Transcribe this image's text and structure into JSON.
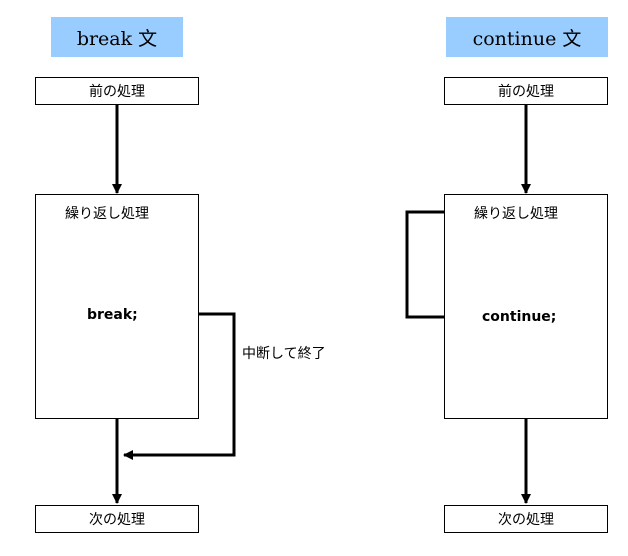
{
  "break_flow": {
    "title": "break 文",
    "before": "前の処理",
    "loop": "繰り返し処理",
    "keyword": "break;",
    "note": "中断して終了",
    "after": "次の処理"
  },
  "continue_flow": {
    "title": "continue 文",
    "before": "前の処理",
    "loop": "繰り返し処理",
    "keyword": "continue;",
    "after": "次の処理"
  },
  "colors": {
    "title_fill": "#99ccff",
    "line": "#000000"
  }
}
